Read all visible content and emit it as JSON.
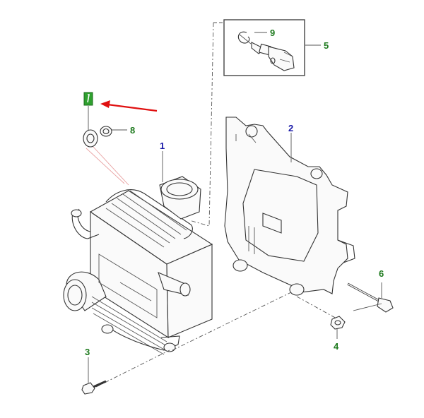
{
  "colors": {
    "label_blue": "#1a1aa8",
    "label_green": "#1e7a1e",
    "highlight_green": "#2fa02f",
    "arrow_red": "#e01010",
    "line": "#444444"
  },
  "callouts": {
    "c1": "1",
    "c2": "2",
    "c3": "3",
    "c4": "4",
    "c5": "5",
    "c6": "6",
    "c7": "7",
    "c8": "8",
    "c9": "9"
  }
}
